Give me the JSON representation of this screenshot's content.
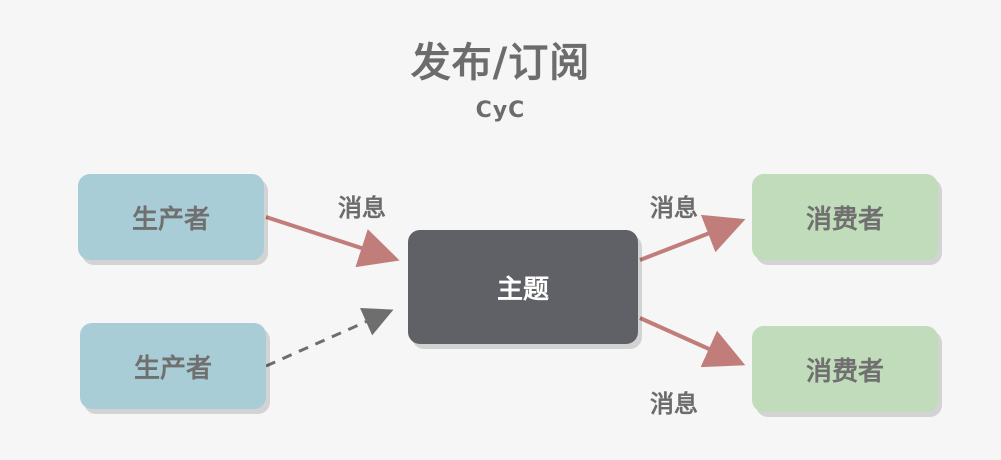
{
  "diagram": {
    "title": "发布/订阅",
    "subtitle": "CyC",
    "producers": [
      {
        "label": "生产者"
      },
      {
        "label": "生产者"
      }
    ],
    "topic": {
      "label": "主题"
    },
    "consumers": [
      {
        "label": "消费者"
      },
      {
        "label": "消费者"
      }
    ],
    "messages": [
      "消息",
      "消息",
      "消息"
    ],
    "colors": {
      "producer_fill": "#a9cdd6",
      "consumer_fill": "#c1dcba",
      "topic_fill": "#5f6167",
      "solid_arrow": "#c07d7a",
      "dashed_arrow": "#6e6e6e",
      "text": "#6c6c6c"
    }
  }
}
